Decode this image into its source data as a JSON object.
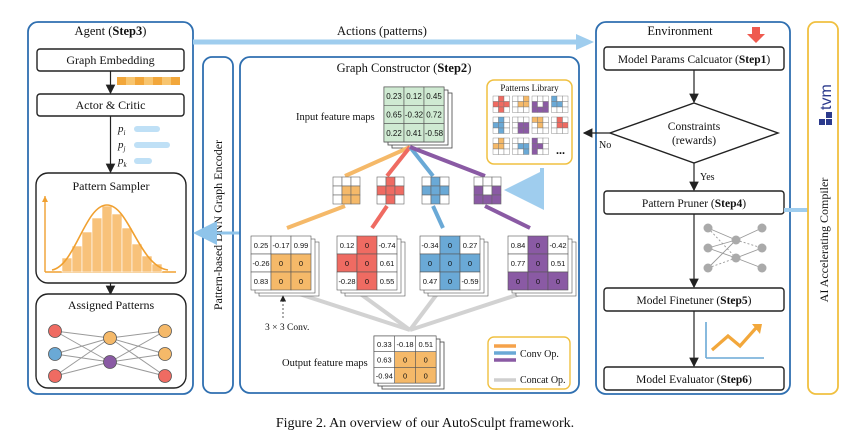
{
  "agent": {
    "title_prefix": "Agent (",
    "title_bold": "Step3",
    "title_suffix": ")",
    "graph_embedding": "Graph Embedding",
    "actor_critic": "Actor & Critic",
    "prob_labels": [
      "p",
      "p",
      "p"
    ],
    "prob_subs": [
      "i",
      "j",
      "k"
    ],
    "pattern_sampler": "Pattern Sampler",
    "assigned_patterns": "Assigned Patterns",
    "colors": {
      "embedding": "#f2a73b",
      "bars": "#f5b969",
      "curve": "#f0a030"
    }
  },
  "encoder": {
    "label": "Pattern-based DNN Graph Encoder"
  },
  "actions": {
    "label": "Actions (patterns)"
  },
  "graph_constructor": {
    "title_prefix": "Graph Constructor (",
    "title_bold": "Step2",
    "title_suffix": ")",
    "input_label": "Input feature maps",
    "input_matrix": [
      [
        "0.23",
        "0.12",
        "0.45"
      ],
      [
        "0.65",
        "-0.32",
        "0.72"
      ],
      [
        "0.22",
        "0.41",
        "-0.58"
      ]
    ],
    "patterns_library": "Patterns Library",
    "ellipsis": "...",
    "conv_label": "3 × 3 Conv.",
    "output_label": "Output feature maps",
    "output_matrix": [
      [
        "0.33",
        "-0.18",
        "0.51"
      ],
      [
        "0.63",
        "0",
        "0"
      ],
      [
        "-0.94",
        "0",
        "0"
      ]
    ],
    "kernels": [
      {
        "color": "#f5b969",
        "cells": [
          [
            "0.25",
            "-0.17",
            "0.99"
          ],
          [
            "-0.26",
            "0",
            "0"
          ],
          [
            "0.83",
            "0",
            "0"
          ]
        ]
      },
      {
        "color": "#ef6b62",
        "cells": [
          [
            "0.12",
            "0",
            "-0.74"
          ],
          [
            "0",
            "0",
            "0.61"
          ],
          [
            "-0.28",
            "0",
            "0.55"
          ]
        ]
      },
      {
        "color": "#6aa9d6",
        "cells": [
          [
            "-0.34",
            "0",
            "0.27"
          ],
          [
            "0",
            "0",
            "0"
          ],
          [
            "0.47",
            "0",
            "-0.59"
          ]
        ]
      },
      {
        "color": "#8a5aa4",
        "cells": [
          [
            "0.84",
            "0",
            "-0.42"
          ],
          [
            "0.77",
            "0",
            "0.51"
          ],
          [
            "0",
            "0",
            "0"
          ]
        ]
      }
    ],
    "legend": [
      {
        "label": "Conv Op.",
        "color": "#f5a24a"
      },
      {
        "label": "Conv Op.",
        "color": "#6aa9d6"
      },
      {
        "label": "Conv Op.",
        "color": "#8a5aa4"
      },
      {
        "label": "Concat Op.",
        "color": "#cfcfcf"
      }
    ]
  },
  "environment": {
    "title": "Environment",
    "step1_prefix": "Model Params Calcuator (",
    "step1_bold": "Step1",
    "step1_suffix": ")",
    "constraints": "Constraints",
    "rewards": "(rewards)",
    "no": "No",
    "yes": "Yes",
    "step4_prefix": "Pattern Pruner (",
    "step4_bold": "Step4",
    "step4_suffix": ")",
    "step5_prefix": "Model Finetuner (",
    "step5_bold": "Step5",
    "step5_suffix": ")",
    "step6_prefix": "Model Evaluator (",
    "step6_bold": "Step6",
    "step6_suffix": ")"
  },
  "compiler": {
    "label": "AI Accelerating Compiler",
    "logo_text": "tvm"
  },
  "caption": "Figure 2. An overview of our AutoSculpt framework."
}
